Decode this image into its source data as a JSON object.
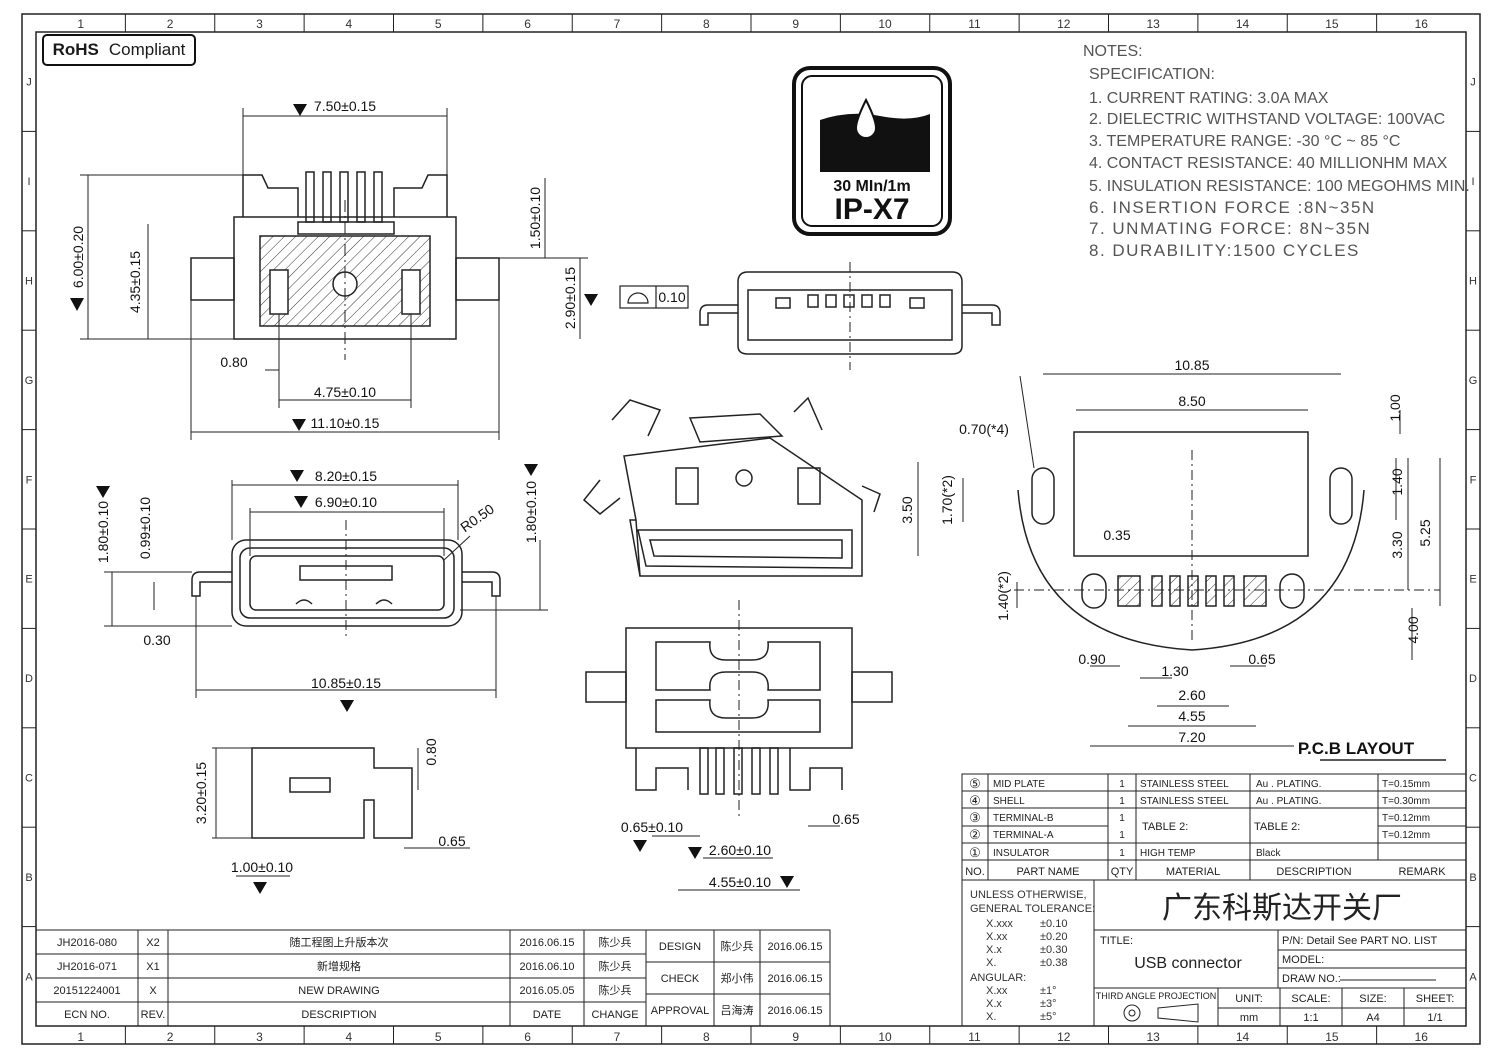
{
  "badge": {
    "rohs_bold": "RoHS",
    "rohs_text": "Compliant"
  },
  "ip_logo": {
    "line1": "30 MIn/1m",
    "line2": "IP-X7"
  },
  "grid": {
    "cols": [
      "1",
      "2",
      "3",
      "4",
      "5",
      "6",
      "7",
      "8",
      "9",
      "10",
      "11",
      "12",
      "13",
      "14",
      "15",
      "16"
    ],
    "rows": [
      "J",
      "I",
      "H",
      "G",
      "F",
      "E",
      "D",
      "C",
      "B",
      "A"
    ]
  },
  "notes": {
    "title": "NOTES:",
    "subtitle": "SPECIFICATION:",
    "items": [
      "1. CURRENT RATING: 3.0A MAX",
      "2. DIELECTRIC WITHSTAND VOLTAGE: 100VAC",
      "3. TEMPERATURE RANGE: -30 °C ~ 85 °C",
      "4. CONTACT RESISTANCE: 40 MILLIONHM MAX",
      "5. INSULATION RESISTANCE: 100 MEGOHMS MIN.",
      "6. INSERTION FORCE :8N~35N",
      "7. UNMATING FORCE: 8N~35N",
      "8. DURABILITY:1500 CYCLES"
    ]
  },
  "dims": {
    "top_width": "7.50±0.15",
    "top_height": "6.00±0.20",
    "top_h2": "4.35±0.15",
    "top_h3": "1.50±0.10",
    "top_h4": "2.90±0.15",
    "top_080": "0.80",
    "top_pitch": "4.75±0.10",
    "top_total": "11.10±0.15",
    "flat": "0.10",
    "front_w1": "8.20±0.15",
    "front_w2": "6.90±0.10",
    "front_r": "R0.50",
    "front_h1": "1.80±0.10",
    "front_h2": "0.99±0.10",
    "front_h3": "1.80±0.10",
    "front_030": "0.30",
    "front_total": "10.85±0.15",
    "side_h": "3.20±0.15",
    "side_080": "0.80",
    "side_065": "0.65",
    "side_100": "1.00±0.10",
    "bottom_065a": "0.65±0.10",
    "bottom_065b": "0.65",
    "bottom_260": "2.60±0.10",
    "bottom_455": "4.55±0.10",
    "pcb_1085": "10.85",
    "pcb_850": "8.50",
    "pcb_100": "1.00",
    "pcb_070": "0.70(*4)",
    "pcb_350": "3.50",
    "pcb_170": "1.70(*2)",
    "pcb_140a": "1.40",
    "pcb_330": "3.30",
    "pcb_525": "5.25",
    "pcb_035": "0.35",
    "pcb_140b": "1.40(*2)",
    "pcb_400": "4.00",
    "pcb_090": "0.90",
    "pcb_130": "1.30",
    "pcb_065": "0.65",
    "pcb_260": "2.60",
    "pcb_455": "4.55",
    "pcb_720": "7.20",
    "pcb_title": "P.C.B LAYOUT"
  },
  "bom": {
    "rows": [
      {
        "no": "⑤",
        "name": "MID PLATE",
        "qty": "1",
        "material": "STAINLESS STEEL",
        "desc": "Au . PLATING.",
        "remark": "T=0.15mm"
      },
      {
        "no": "④",
        "name": "SHELL",
        "qty": "1",
        "material": "STAINLESS STEEL",
        "desc": "Au . PLATING.",
        "remark": "T=0.30mm"
      },
      {
        "no": "③",
        "name": "TERMINAL-B",
        "qty": "1",
        "material": "",
        "desc": "",
        "remark": "T=0.12mm"
      },
      {
        "no": "②",
        "name": "TERMINAL-A",
        "qty": "1",
        "material": "",
        "desc": "",
        "remark": "T=0.12mm"
      },
      {
        "no": "①",
        "name": "INSULATOR",
        "qty": "1",
        "material": "HIGH TEMP",
        "desc": "Black",
        "remark": ""
      }
    ],
    "table2_mat": "TABLE 2:",
    "table2_desc": "TABLE 2:",
    "headers": {
      "no": "NO.",
      "name": "PART NAME",
      "qty": "QTY",
      "material": "MATERIAL",
      "desc": "DESCRIPTION",
      "remark": "REMARK"
    }
  },
  "tolerance": {
    "title1": "UNLESS OTHERWISE,",
    "title2": "GENERAL TOLERANCE:",
    "rows": [
      [
        "X.xxx",
        "±0.10"
      ],
      [
        "X.xx",
        "±0.20"
      ],
      [
        "X.x",
        "±0.30"
      ],
      [
        "X.",
        "±0.38"
      ]
    ],
    "angular": "ANGULAR:",
    "arows": [
      [
        "X.xx",
        "±1°"
      ],
      [
        "X.x",
        "±3°"
      ],
      [
        "X.",
        "±5°"
      ]
    ]
  },
  "titleblock": {
    "company": "广东科斯达开关厂",
    "title_label": "TITLE:",
    "title_value": "USB connector",
    "pn": "P/N: Detail See PART NO. LIST",
    "model": "MODEL:",
    "drawno": "DRAW NO.:",
    "projection": "THIRD ANGLE PROJECTION",
    "unit_label": "UNIT:",
    "unit": "mm",
    "scale_label": "SCALE:",
    "scale": "1:1",
    "size_label": "SIZE:",
    "size": "A4",
    "sheet_label": "SHEET:",
    "sheet": "1/1"
  },
  "approvals": [
    {
      "role": "DESIGN",
      "name": "陈少兵",
      "date": "2016.06.15"
    },
    {
      "role": "CHECK",
      "name": "郑小伟",
      "date": "2016.06.15"
    },
    {
      "role": "APPROVAL",
      "name": "吕海涛",
      "date": "2016.06.15"
    }
  ],
  "revisions": {
    "rows": [
      {
        "ecn": "JH2016-080",
        "rev": "X2",
        "desc": "随工程图上升版本次",
        "date": "2016.06.15",
        "change": "陈少兵"
      },
      {
        "ecn": "JH2016-071",
        "rev": "X1",
        "desc": "新增规格",
        "date": "2016.06.10",
        "change": "陈少兵"
      },
      {
        "ecn": "20151224001",
        "rev": "X",
        "desc": "NEW DRAWING",
        "date": "2016.05.05",
        "change": "陈少兵"
      }
    ],
    "headers": {
      "ecn": "ECN NO.",
      "rev": "REV.",
      "desc": "DESCRIPTION",
      "date": "DATE",
      "change": "CHANGE"
    }
  }
}
